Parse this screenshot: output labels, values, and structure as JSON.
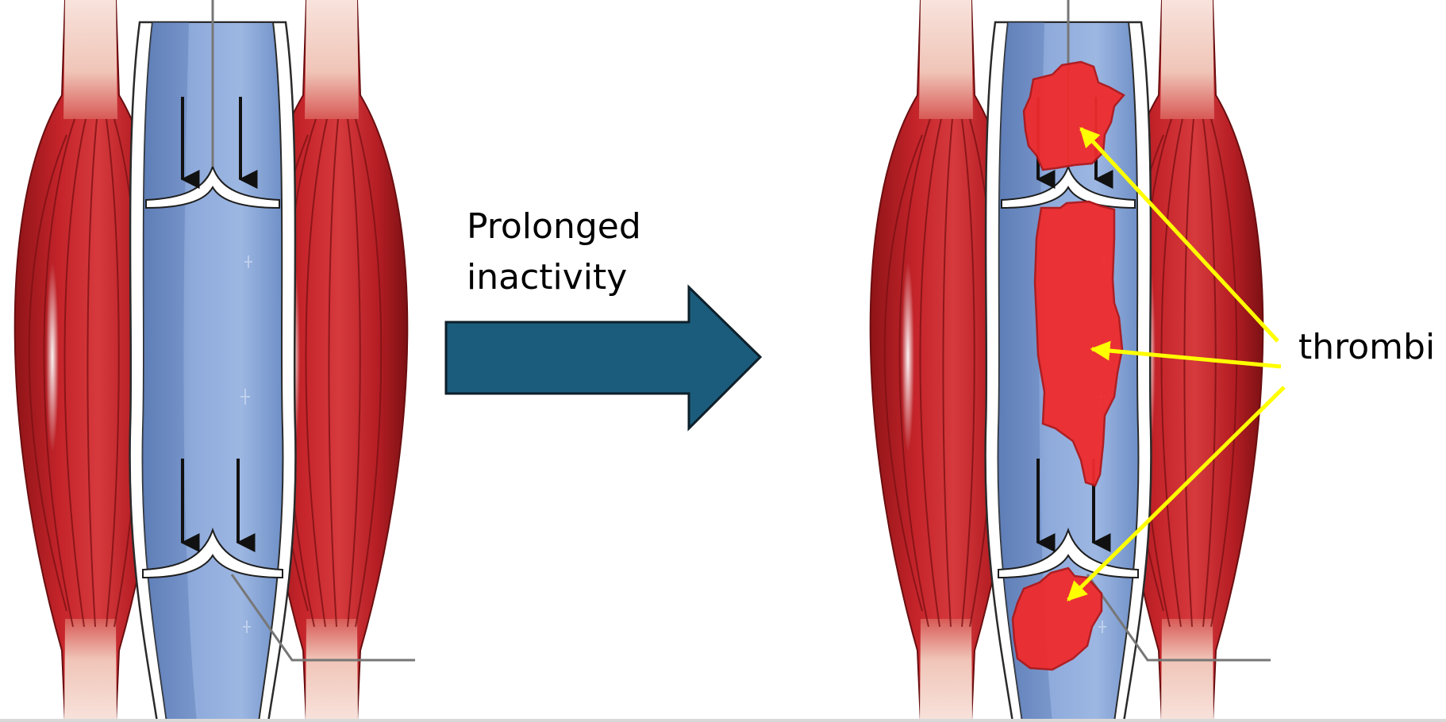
{
  "labels": {
    "transition_line1": "Prolonged",
    "transition_line2": "inactivity",
    "clot_label": "thrombi"
  },
  "colors": {
    "muscle_red": "#c4242a",
    "muscle_dark": "#8f1417",
    "tendon_pink": "#f3d1c6",
    "vein_blue": "#7d9fd4",
    "vein_blue_light": "#a4bde6",
    "vein_outline": "#3a4a66",
    "arrow_fill": "#1b5c7c",
    "clot_red": "#ef2b2d",
    "clot_edge": "#b0181b",
    "pointer_yellow": "#ffff00"
  },
  "icons": [
    "flow-down-arrow-icon",
    "valve-icon",
    "transition-arrow-icon",
    "pointer-arrow-icon"
  ]
}
